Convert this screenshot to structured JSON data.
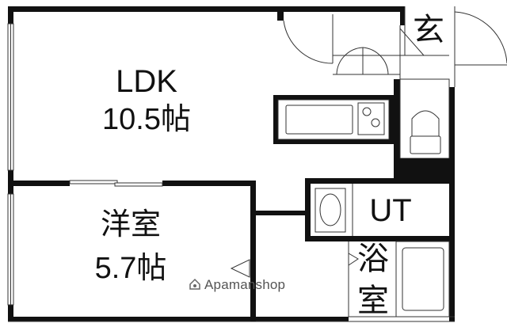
{
  "rooms": {
    "ldk": {
      "name": "LDK",
      "size": "10.5帖"
    },
    "western": {
      "name": "洋室",
      "size": "5.7帖"
    },
    "utility": {
      "name": "UT"
    },
    "entrance": {
      "name": "玄"
    },
    "bath": {
      "line1": "浴",
      "line2": "室"
    }
  },
  "watermark": {
    "text": "Apamanshop"
  },
  "colors": {
    "wall": "#111111",
    "line": "#333333",
    "background": "#ffffff"
  }
}
